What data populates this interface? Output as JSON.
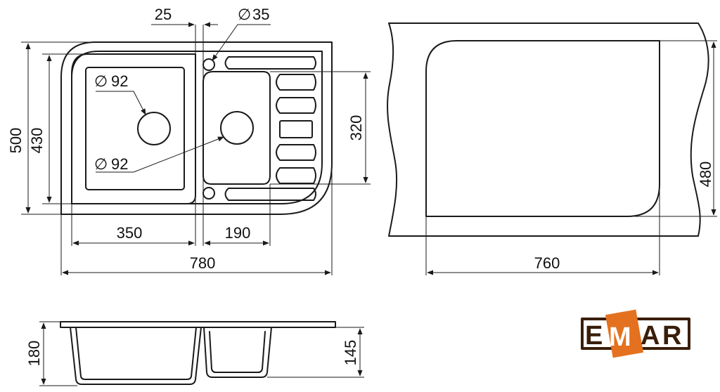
{
  "dimensions": {
    "hole_top": "25",
    "overflow_diameter": "35",
    "drain_top": "92",
    "drain_bottom": "92",
    "overall_height": "500",
    "inner_height": "430",
    "bowl_width": "350",
    "drainer_width": "190",
    "overall_width": "780",
    "drainer_height": "320",
    "cutout_height": "480",
    "cutout_width": "760",
    "bowl_depth": "180",
    "small_bowl_depth": "145"
  },
  "symbols": {
    "diameter": "∅"
  },
  "logo": {
    "letters": [
      "E",
      "M",
      "A",
      "R"
    ],
    "text_color": "#3a1e0a",
    "accent_color": "#e4711f"
  }
}
